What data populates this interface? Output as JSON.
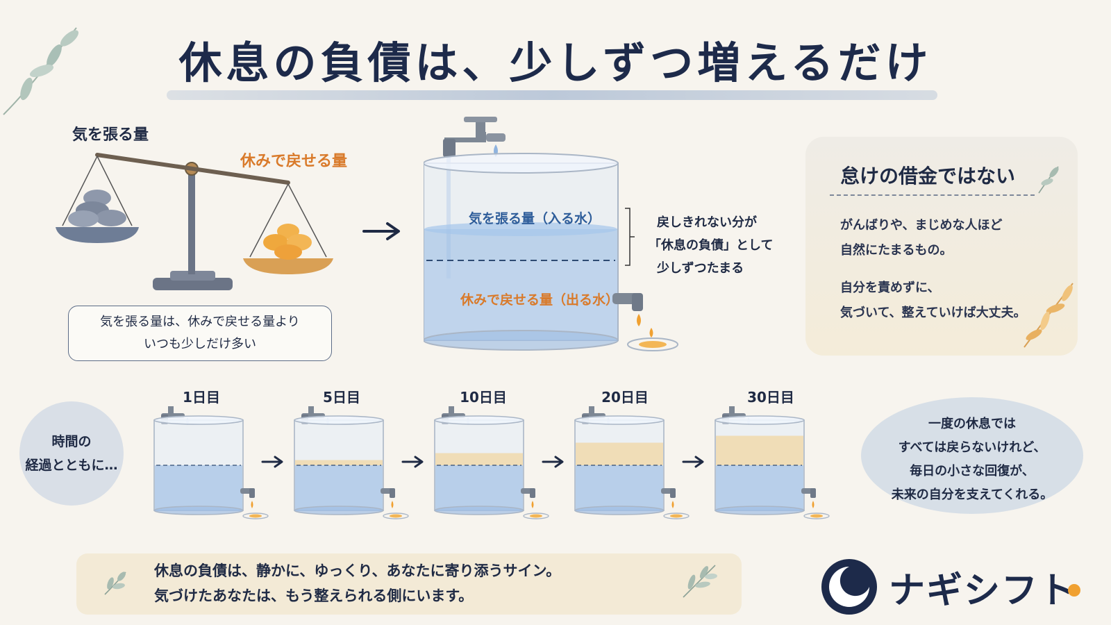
{
  "title": "休息の負債は、少しずつ増えるだけ",
  "scale": {
    "left_label": "気を張る量",
    "right_label": "休みで戻せる量",
    "note_line1": "気を張る量は、休みで戻せる量より",
    "note_line2": "いつも少しだけ多い"
  },
  "tank": {
    "in_label": "気を張る量（入る水）",
    "out_label": "休みで戻せる量（出る水）",
    "bracket_line1": "戻しきれない分が",
    "bracket_line2": "「休息の負債」として",
    "bracket_line3": "少しずつたまる"
  },
  "card": {
    "title": "怠けの借金ではない",
    "line1": "がんばりや、まじめな人ほど",
    "line2": "自然にたまるもの。",
    "line3": "自分を責めずに、",
    "line4": "気づいて、整えていけば大丈夫。"
  },
  "timeline": {
    "intro_line1": "時間の",
    "intro_line2": "経過とともに…",
    "days": [
      {
        "label": "1日目",
        "debt": 0.0
      },
      {
        "label": "5日目",
        "debt": 0.15
      },
      {
        "label": "10日目",
        "debt": 0.35
      },
      {
        "label": "20日目",
        "debt": 0.65
      },
      {
        "label": "30日目",
        "debt": 0.85
      }
    ]
  },
  "right_message": {
    "line1": "一度の休息では",
    "line2": "すべては戻らないけれど、",
    "line3": "毎日の小さな回復が、",
    "line4": "未来の自分を支えてくれる。"
  },
  "banner": {
    "line1": "休息の負債は、静かに、ゆっくり、あなたに寄り添うサイン。",
    "line2": "気づけたあなたは、もう整えられる側にいます。"
  },
  "brand": {
    "name": "ナギシフト",
    "dot_color": "#f0a030",
    "navy": "#1d2a4a"
  },
  "colors": {
    "water_blue": "#9fbde3",
    "debt_orange": "#f1d9ac",
    "accent_orange": "#d97a2a"
  }
}
